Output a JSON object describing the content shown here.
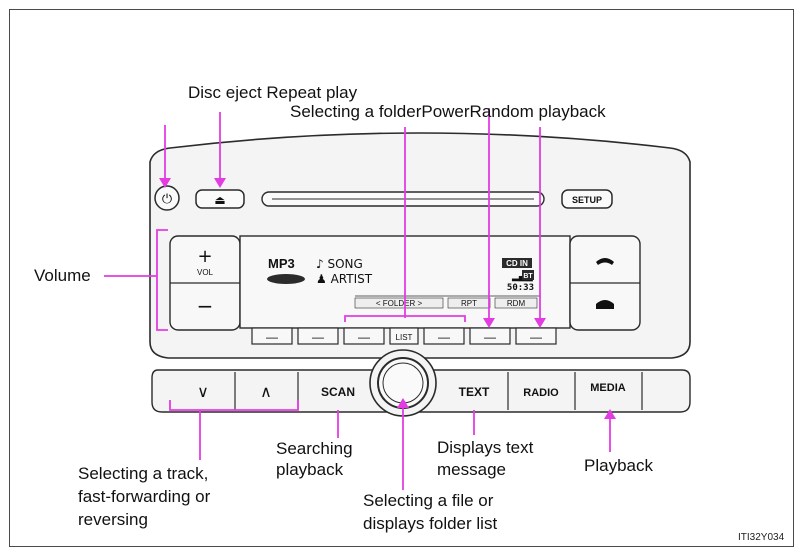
{
  "colors": {
    "accent": "#e33ce3",
    "line": "#2b2b2b",
    "panel": "#f2f2f2",
    "display": "#fafafa"
  },
  "callouts": {
    "disc_eject_repeat": "Disc eject Repeat play",
    "folder_power_random": "Selecting a folderPowerRandom playback",
    "volume": "Volume",
    "track_line1": "Selecting a track,",
    "track_line2": "fast-forwarding or",
    "track_line3": "reversing",
    "searching_line1": "Searching",
    "searching_line2": "playback",
    "file_line1": "Selecting a file or",
    "file_line2": "displays folder list",
    "text_line1": "Displays text",
    "text_line2": "message",
    "playback": "Playback"
  },
  "figure_code": "ITI32Y034",
  "unit": {
    "setup_label": "SETUP",
    "vol_plus": "+",
    "vol_label": "VOL",
    "vol_minus": "−",
    "display": {
      "mp3": "MP3",
      "song": "♪ SONG",
      "artist": "♟ ARTIST",
      "cd_in": "CD IN",
      "bt": "BT",
      "time": "50:33",
      "folder_bar": "<  FOLDER  >",
      "rpt": "RPT",
      "rdm": "RDM"
    },
    "list_label": "LIST",
    "scan_label": "SCAN",
    "text_label": "TEXT",
    "radio_label": "RADIO",
    "media_label": "MEDIA",
    "down_glyph": "∨",
    "up_glyph": "∧",
    "eject_glyph": "⏏",
    "power_glyph": "⏻",
    "soft_key_glyph": "—"
  }
}
